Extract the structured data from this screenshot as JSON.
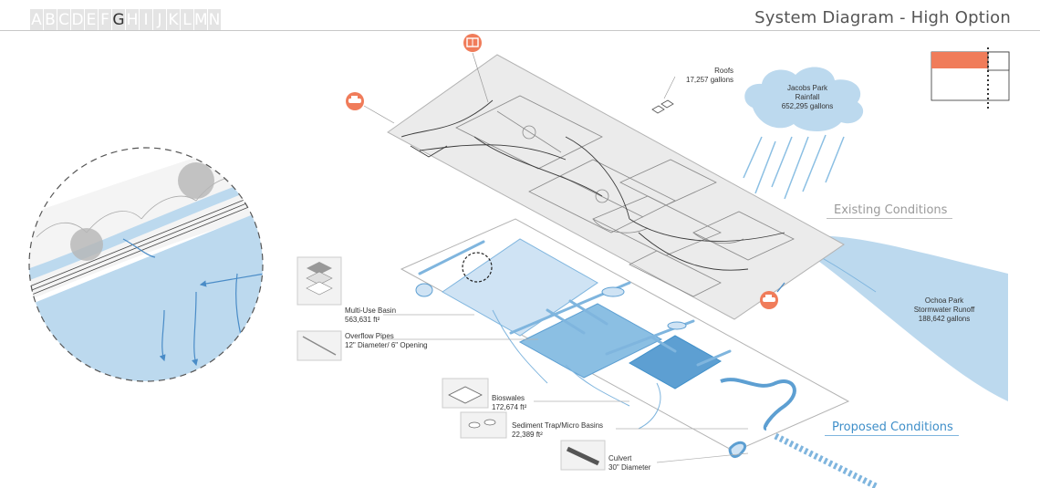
{
  "header": {
    "letters": [
      "A",
      "B",
      "C",
      "D",
      "E",
      "F",
      "G",
      "H",
      "I",
      "J",
      "K",
      "L",
      "M",
      "N"
    ],
    "active_letter": "G",
    "title": "System Diagram - High Option"
  },
  "labels": {
    "roofs": {
      "name": "Roofs",
      "value": "17,257 gallons"
    },
    "rainfall": {
      "name1": "Jacobs Park",
      "name2": "Rainfall",
      "value": "652,295 gallons"
    },
    "runoff": {
      "name1": "Ochoa Park",
      "name2": "Stormwater Runoff",
      "value": "188,642 gallons"
    },
    "basin": {
      "name": "Multi-Use Basin",
      "value": "563,631 ft²"
    },
    "pipes": {
      "name": "Overflow Pipes",
      "value": "12\" Diameter/ 6\" Opening"
    },
    "bioswales": {
      "name": "Bioswales",
      "value": "172,674 ft²"
    },
    "sediment": {
      "name": "Sediment Trap/Micro Basins",
      "value": "22,389 ft²"
    },
    "culvert": {
      "name": "Culvert",
      "value": "30\" Diameter"
    }
  },
  "conditions": {
    "existing": "Existing Conditions",
    "proposed": "Proposed Conditions"
  },
  "colors": {
    "accent": "#f07c5a",
    "water": "#bcd9ee",
    "water_mid": "#8bbfe3",
    "water_dark": "#5d9fd2",
    "site": "#ebebeb"
  },
  "icons": [
    "car-icon",
    "building-icon",
    "car-icon"
  ]
}
